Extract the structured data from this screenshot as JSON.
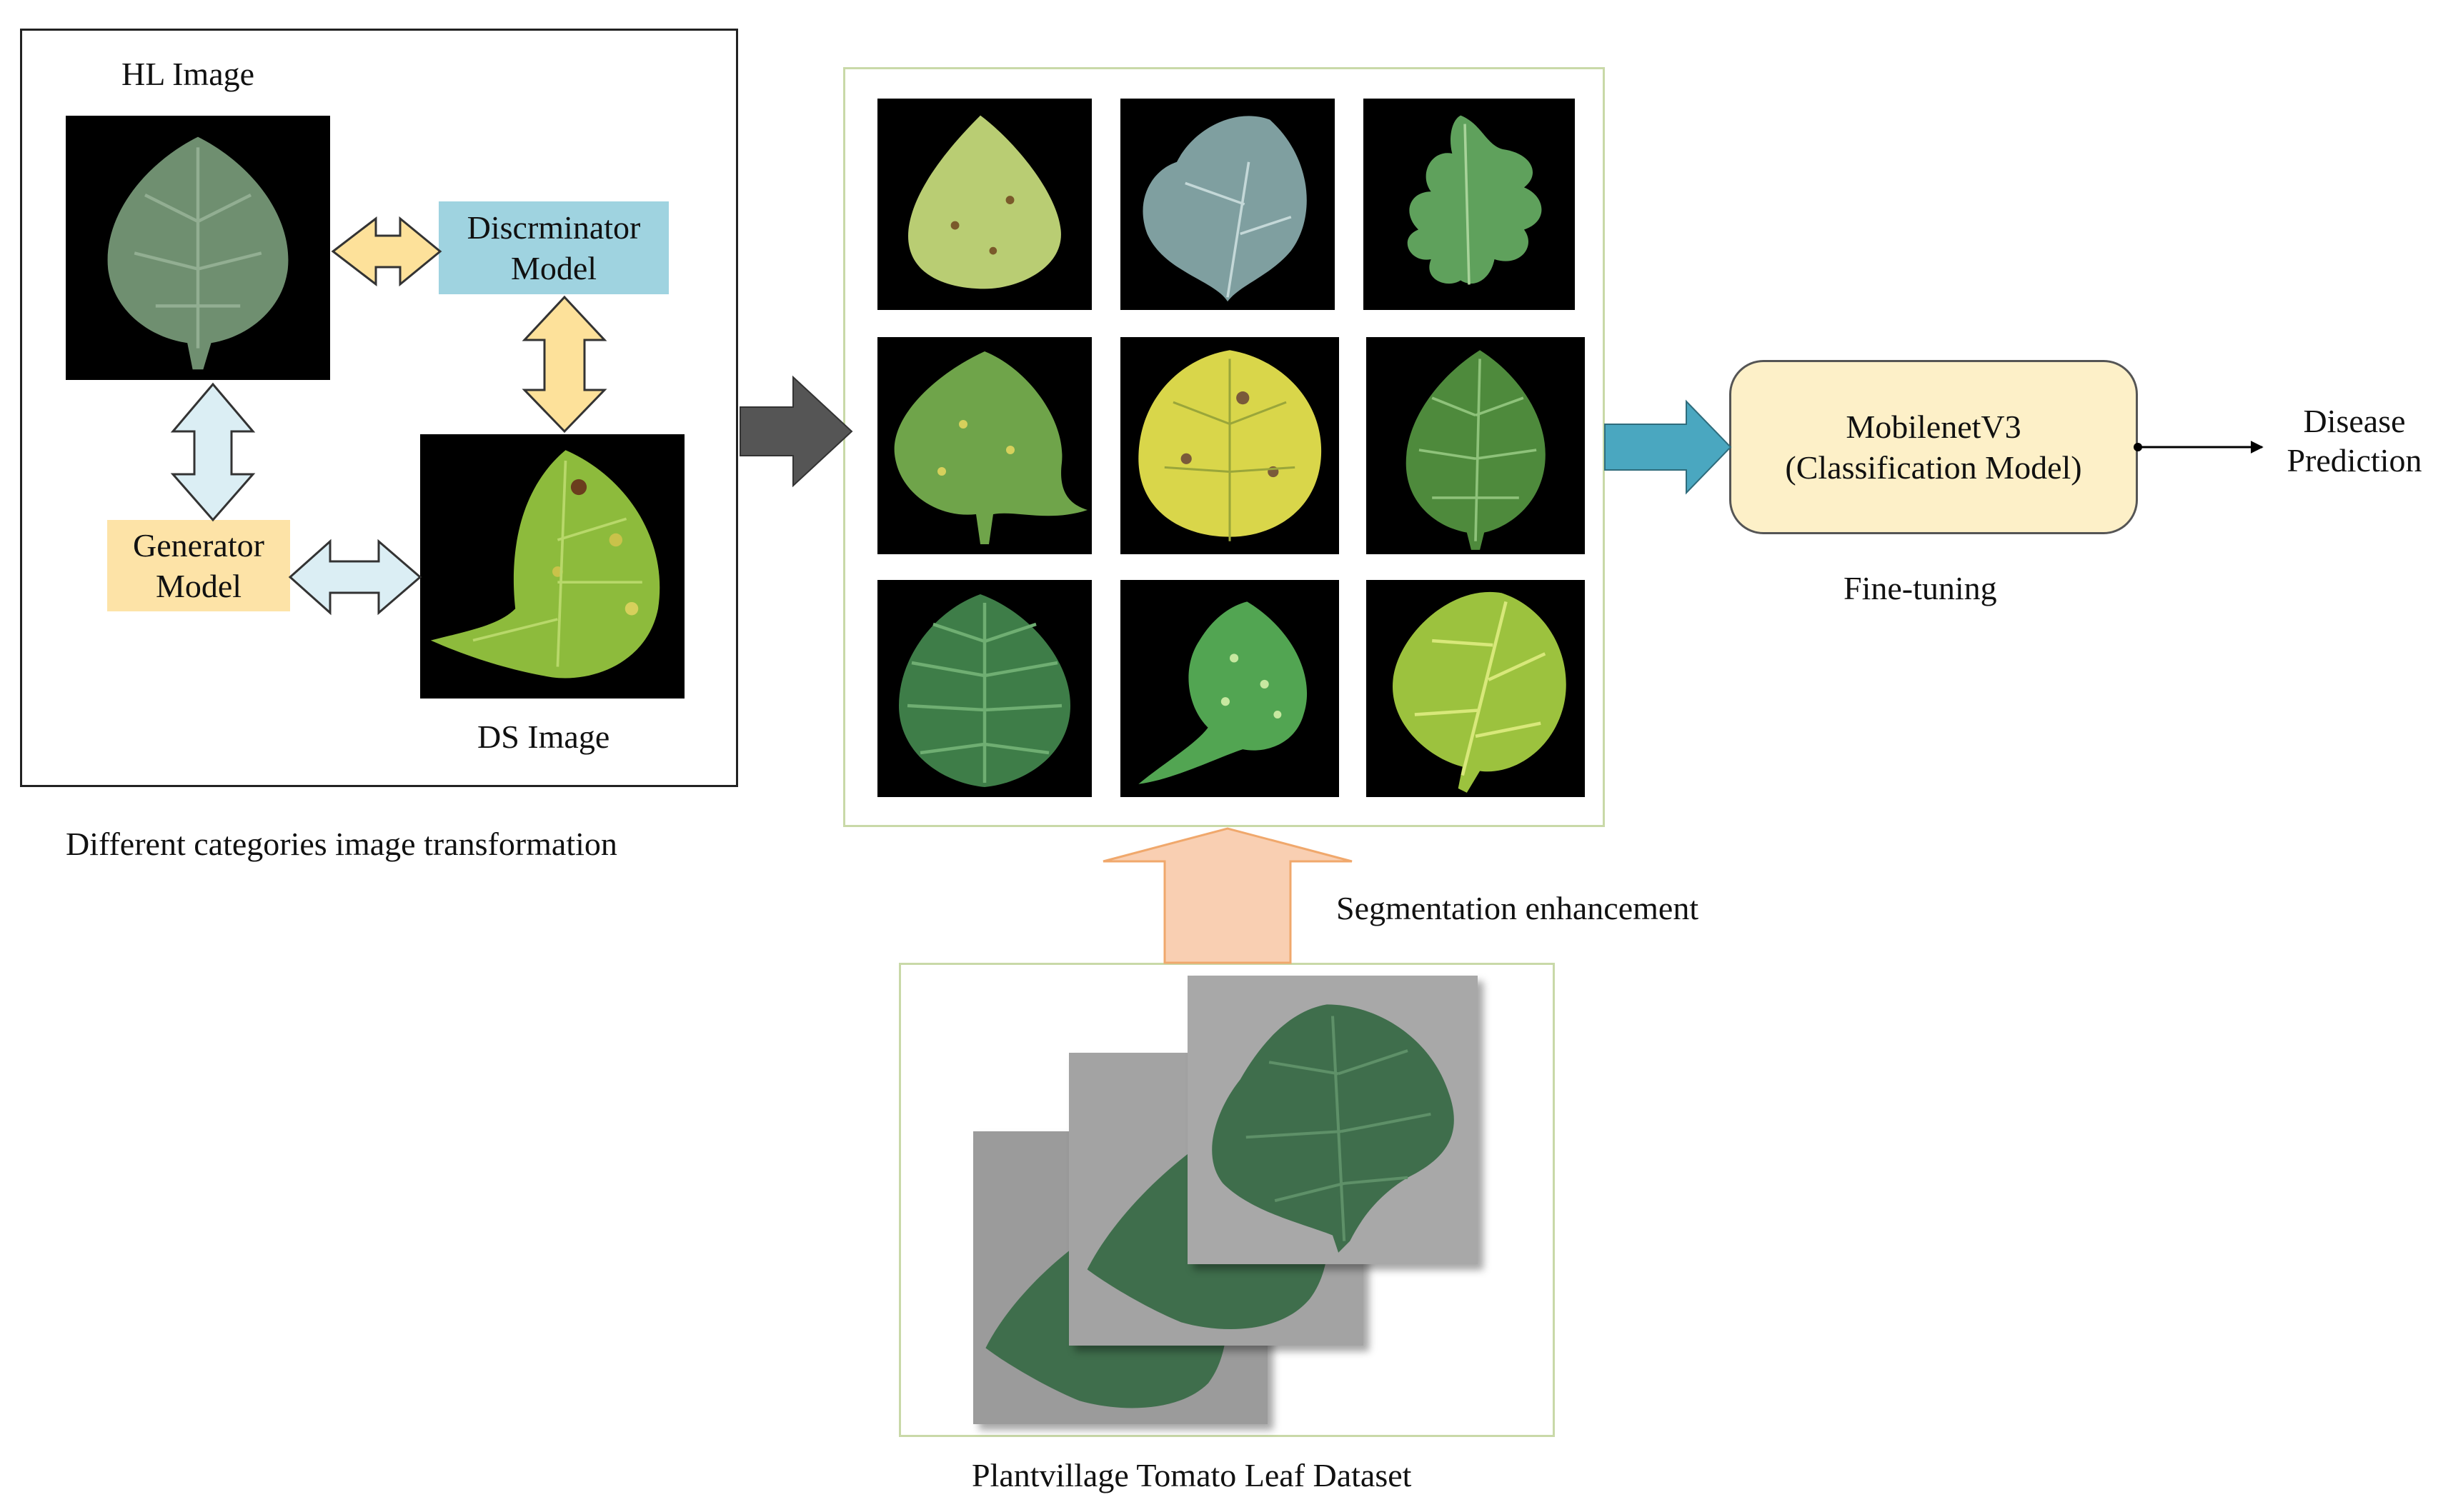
{
  "left_panel": {
    "hl_label": "HL Image",
    "ds_label": "DS Image",
    "discriminator_label": "Discrminator Model",
    "generator_label": "Generator Model",
    "caption": "Different categories image transformation"
  },
  "center": {
    "segmentation_label": "Segmentation enhancement",
    "dataset_caption": "Plantvillage Tomato Leaf Dataset"
  },
  "right": {
    "model_line1": "MobilenetV3",
    "model_line2": "(Classification Model)",
    "fine_tuning_label": "Fine-tuning",
    "output_line1": "Disease",
    "output_line2": "Prediction"
  },
  "colors": {
    "discriminator_fill": "#9fd3e0",
    "generator_fill": "#fde3a7",
    "yellow_arrow": "#fde19a",
    "blue_arrow": "#dbeef4",
    "dark_arrow": "#555555",
    "teal_arrow": "#4aa7c0",
    "peach_arrow": "#f9cfb2",
    "model_fill": "#fdf0c8",
    "panel_border": "#c9d9a8"
  }
}
